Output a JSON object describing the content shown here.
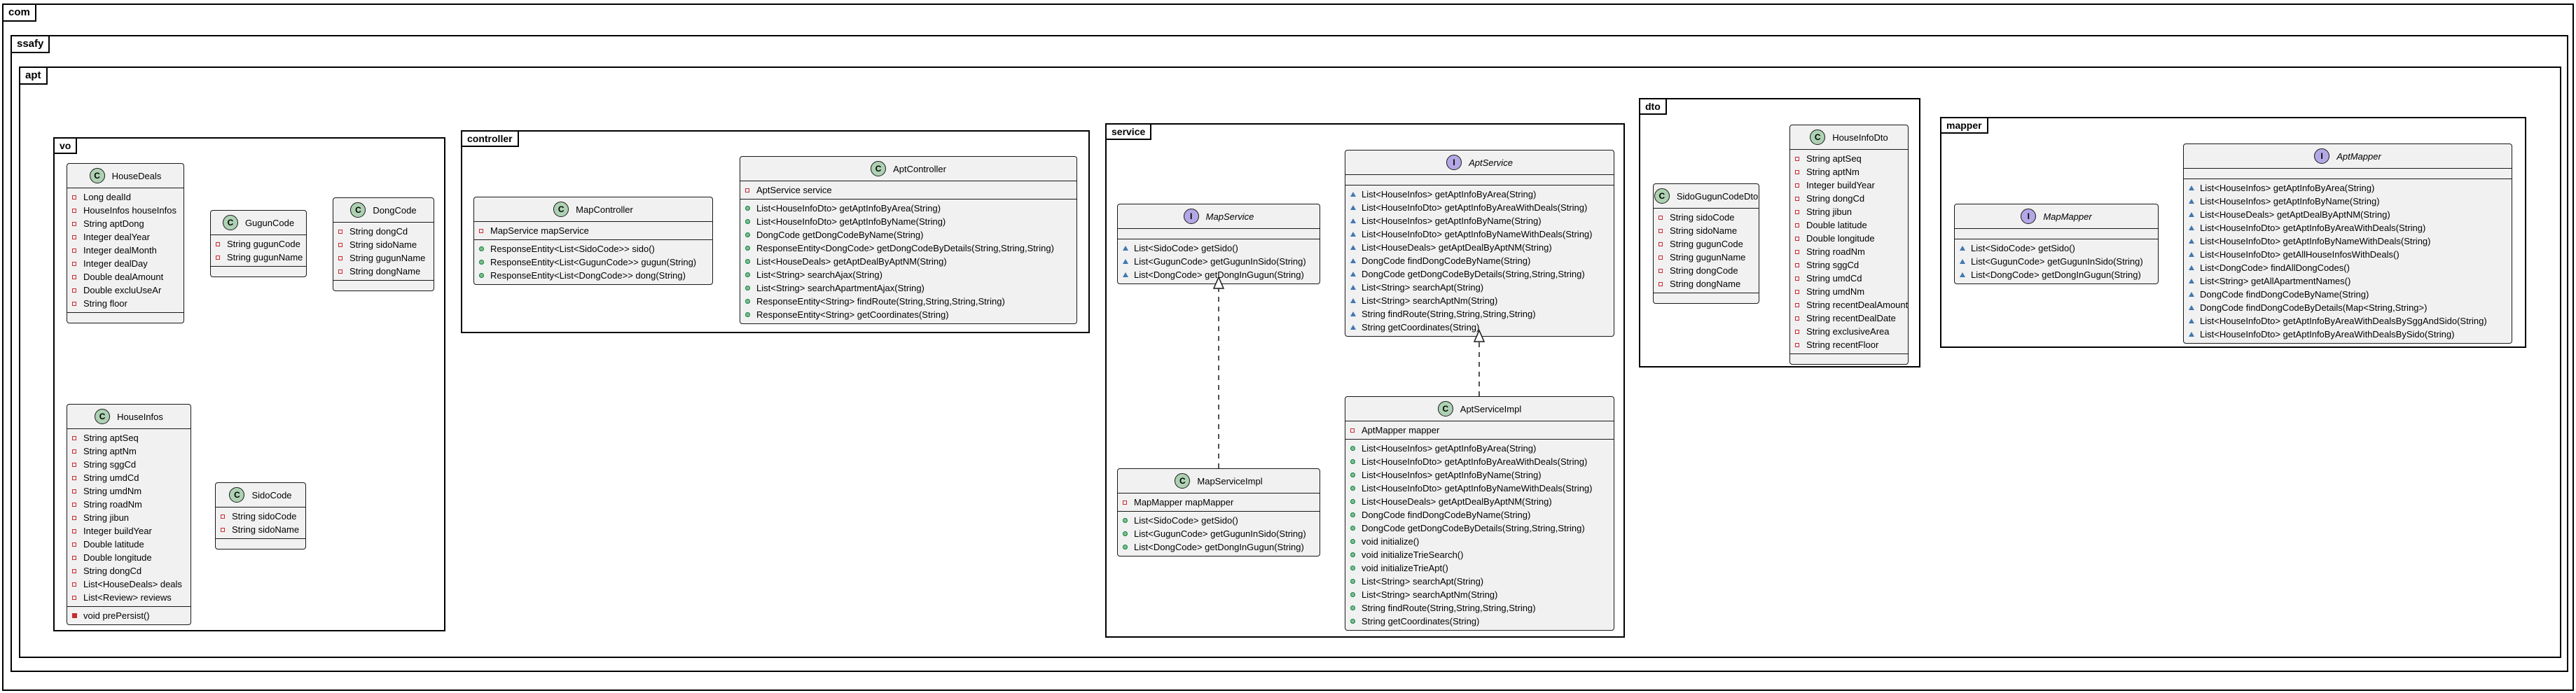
{
  "packages": {
    "com": "com",
    "ssafy": "ssafy",
    "apt": "apt",
    "vo": "vo",
    "controller": "controller",
    "service": "service",
    "dto": "dto",
    "mapper": "mapper"
  },
  "classes": {
    "houseDeals": {
      "name": "HouseDeals",
      "kind": "C",
      "fields": [
        {
          "v": "priv",
          "t": "Long dealId"
        },
        {
          "v": "priv",
          "t": "HouseInfos houseInfos"
        },
        {
          "v": "priv",
          "t": "String aptDong"
        },
        {
          "v": "priv",
          "t": "Integer dealYear"
        },
        {
          "v": "priv",
          "t": "Integer dealMonth"
        },
        {
          "v": "priv",
          "t": "Integer dealDay"
        },
        {
          "v": "priv",
          "t": "Double dealAmount"
        },
        {
          "v": "priv",
          "t": "Double excluUseAr"
        },
        {
          "v": "priv",
          "t": "String floor"
        }
      ],
      "methods": []
    },
    "gugunCode": {
      "name": "GugunCode",
      "kind": "C",
      "fields": [
        {
          "v": "priv",
          "t": "String gugunCode"
        },
        {
          "v": "priv",
          "t": "String gugunName"
        }
      ],
      "methods": []
    },
    "dongCode": {
      "name": "DongCode",
      "kind": "C",
      "fields": [
        {
          "v": "priv",
          "t": "String dongCd"
        },
        {
          "v": "priv",
          "t": "String sidoName"
        },
        {
          "v": "priv",
          "t": "String gugunName"
        },
        {
          "v": "priv",
          "t": "String dongName"
        }
      ],
      "methods": []
    },
    "houseInfos": {
      "name": "HouseInfos",
      "kind": "C",
      "fields": [
        {
          "v": "priv",
          "t": "String aptSeq"
        },
        {
          "v": "priv",
          "t": "String aptNm"
        },
        {
          "v": "priv",
          "t": "String sggCd"
        },
        {
          "v": "priv",
          "t": "String umdCd"
        },
        {
          "v": "priv",
          "t": "String umdNm"
        },
        {
          "v": "priv",
          "t": "String roadNm"
        },
        {
          "v": "priv",
          "t": "String jibun"
        },
        {
          "v": "priv",
          "t": "Integer buildYear"
        },
        {
          "v": "priv",
          "t": "Double latitude"
        },
        {
          "v": "priv",
          "t": "Double longitude"
        },
        {
          "v": "priv",
          "t": "String dongCd"
        },
        {
          "v": "priv",
          "t": "List<HouseDeals> deals"
        },
        {
          "v": "priv",
          "t": "List<Review> reviews"
        }
      ],
      "methods": [
        {
          "v": "prot",
          "t": "void prePersist()"
        }
      ]
    },
    "sidoCode": {
      "name": "SidoCode",
      "kind": "C",
      "fields": [
        {
          "v": "priv",
          "t": "String sidoCode"
        },
        {
          "v": "priv",
          "t": "String sidoName"
        }
      ],
      "methods": []
    },
    "mapController": {
      "name": "MapController",
      "kind": "C",
      "fields": [
        {
          "v": "priv",
          "t": "MapService mapService"
        }
      ],
      "methods": [
        {
          "v": "pub",
          "t": "ResponseEntity<List<SidoCode>> sido()"
        },
        {
          "v": "pub",
          "t": "ResponseEntity<List<GugunCode>> gugun(String)"
        },
        {
          "v": "pub",
          "t": "ResponseEntity<List<DongCode>> dong(String)"
        }
      ]
    },
    "aptController": {
      "name": "AptController",
      "kind": "C",
      "fields": [
        {
          "v": "priv",
          "t": "AptService service"
        }
      ],
      "methods": [
        {
          "v": "pub",
          "t": "List<HouseInfoDto> getAptInfoByArea(String)"
        },
        {
          "v": "pub",
          "t": "List<HouseInfoDto> getAptInfoByName(String)"
        },
        {
          "v": "pub",
          "t": "DongCode getDongCodeByName(String)"
        },
        {
          "v": "pub",
          "t": "ResponseEntity<DongCode> getDongCodeByDetails(String,String,String)"
        },
        {
          "v": "pub",
          "t": "List<HouseDeals> getAptDealByAptNM(String)"
        },
        {
          "v": "pub",
          "t": "List<String> searchAjax(String)"
        },
        {
          "v": "pub",
          "t": "List<String> searchApartmentAjax(String)"
        },
        {
          "v": "pub",
          "t": "ResponseEntity<String> findRoute(String,String,String,String)"
        },
        {
          "v": "pub",
          "t": "ResponseEntity<String> getCoordinates(String)"
        }
      ]
    },
    "mapService": {
      "name": "MapService",
      "kind": "I",
      "italic": true,
      "fields": [],
      "methods": [
        {
          "v": "pkgv",
          "t": "List<SidoCode> getSido()"
        },
        {
          "v": "pkgv",
          "t": "List<GugunCode> getGugunInSido(String)"
        },
        {
          "v": "pkgv",
          "t": "List<DongCode> getDongInGugun(String)"
        }
      ]
    },
    "aptService": {
      "name": "AptService",
      "kind": "I",
      "italic": true,
      "fields": [],
      "methods": [
        {
          "v": "pkgv",
          "t": "List<HouseInfos> getAptInfoByArea(String)"
        },
        {
          "v": "pkgv",
          "t": "List<HouseInfoDto> getAptInfoByAreaWithDeals(String)"
        },
        {
          "v": "pkgv",
          "t": "List<HouseInfos> getAptInfoByName(String)"
        },
        {
          "v": "pkgv",
          "t": "List<HouseInfoDto> getAptInfoByNameWithDeals(String)"
        },
        {
          "v": "pkgv",
          "t": "List<HouseDeals> getAptDealByAptNM(String)"
        },
        {
          "v": "pkgv",
          "t": "DongCode findDongCodeByName(String)"
        },
        {
          "v": "pkgv",
          "t": "DongCode getDongCodeByDetails(String,String,String)"
        },
        {
          "v": "pkgv",
          "t": "List<String> searchApt(String)"
        },
        {
          "v": "pkgv",
          "t": "List<String> searchAptNm(String)"
        },
        {
          "v": "pkgv",
          "t": "String findRoute(String,String,String,String)"
        },
        {
          "v": "pkgv",
          "t": "String getCoordinates(String)"
        }
      ]
    },
    "mapServiceImpl": {
      "name": "MapServiceImpl",
      "kind": "C",
      "fields": [
        {
          "v": "priv",
          "t": "MapMapper mapMapper"
        }
      ],
      "methods": [
        {
          "v": "pub",
          "t": "List<SidoCode> getSido()"
        },
        {
          "v": "pub",
          "t": "List<GugunCode> getGugunInSido(String)"
        },
        {
          "v": "pub",
          "t": "List<DongCode> getDongInGugun(String)"
        }
      ]
    },
    "aptServiceImpl": {
      "name": "AptServiceImpl",
      "kind": "C",
      "fields": [
        {
          "v": "priv",
          "t": "AptMapper mapper"
        }
      ],
      "methods": [
        {
          "v": "pub",
          "t": "List<HouseInfos> getAptInfoByArea(String)"
        },
        {
          "v": "pub",
          "t": "List<HouseInfoDto> getAptInfoByAreaWithDeals(String)"
        },
        {
          "v": "pub",
          "t": "List<HouseInfos> getAptInfoByName(String)"
        },
        {
          "v": "pub",
          "t": "List<HouseInfoDto> getAptInfoByNameWithDeals(String)"
        },
        {
          "v": "pub",
          "t": "List<HouseDeals> getAptDealByAptNM(String)"
        },
        {
          "v": "pub",
          "t": "DongCode findDongCodeByName(String)"
        },
        {
          "v": "pub",
          "t": "DongCode getDongCodeByDetails(String,String,String)"
        },
        {
          "v": "pub",
          "t": "void initialize()"
        },
        {
          "v": "pub",
          "t": "void initializeTrieSearch()"
        },
        {
          "v": "pub",
          "t": "void initializeTrieApt()"
        },
        {
          "v": "pub",
          "t": "List<String> searchApt(String)"
        },
        {
          "v": "pub",
          "t": "List<String> searchAptNm(String)"
        },
        {
          "v": "pub",
          "t": "String findRoute(String,String,String,String)"
        },
        {
          "v": "pub",
          "t": "String getCoordinates(String)"
        }
      ]
    },
    "sidoGugunCodeDto": {
      "name": "SidoGugunCodeDto",
      "kind": "C",
      "fields": [
        {
          "v": "priv",
          "t": "String sidoCode"
        },
        {
          "v": "priv",
          "t": "String sidoName"
        },
        {
          "v": "priv",
          "t": "String gugunCode"
        },
        {
          "v": "priv",
          "t": "String gugunName"
        },
        {
          "v": "priv",
          "t": "String dongCode"
        },
        {
          "v": "priv",
          "t": "String dongName"
        }
      ],
      "methods": []
    },
    "houseInfoDto": {
      "name": "HouseInfoDto",
      "kind": "C",
      "fields": [
        {
          "v": "priv",
          "t": "String aptSeq"
        },
        {
          "v": "priv",
          "t": "String aptNm"
        },
        {
          "v": "priv",
          "t": "Integer buildYear"
        },
        {
          "v": "priv",
          "t": "String dongCd"
        },
        {
          "v": "priv",
          "t": "String jibun"
        },
        {
          "v": "priv",
          "t": "Double latitude"
        },
        {
          "v": "priv",
          "t": "Double longitude"
        },
        {
          "v": "priv",
          "t": "String roadNm"
        },
        {
          "v": "priv",
          "t": "String sggCd"
        },
        {
          "v": "priv",
          "t": "String umdCd"
        },
        {
          "v": "priv",
          "t": "String umdNm"
        },
        {
          "v": "priv",
          "t": "String recentDealAmount"
        },
        {
          "v": "priv",
          "t": "String recentDealDate"
        },
        {
          "v": "priv",
          "t": "String exclusiveArea"
        },
        {
          "v": "priv",
          "t": "String recentFloor"
        }
      ],
      "methods": []
    },
    "mapMapper": {
      "name": "MapMapper",
      "kind": "I",
      "italic": true,
      "fields": [],
      "methods": [
        {
          "v": "pkgv",
          "t": "List<SidoCode> getSido()"
        },
        {
          "v": "pkgv",
          "t": "List<GugunCode> getGugunInSido(String)"
        },
        {
          "v": "pkgv",
          "t": "List<DongCode> getDongInGugun(String)"
        }
      ]
    },
    "aptMapper": {
      "name": "AptMapper",
      "kind": "I",
      "italic": true,
      "fields": [],
      "methods": [
        {
          "v": "pkgv",
          "t": "List<HouseInfos> getAptInfoByArea(String)"
        },
        {
          "v": "pkgv",
          "t": "List<HouseInfos> getAptInfoByName(String)"
        },
        {
          "v": "pkgv",
          "t": "List<HouseDeals> getAptDealByAptNM(String)"
        },
        {
          "v": "pkgv",
          "t": "List<HouseInfoDto> getAptInfoByAreaWithDeals(String)"
        },
        {
          "v": "pkgv",
          "t": "List<HouseInfoDto> getAptInfoByNameWithDeals(String)"
        },
        {
          "v": "pkgv",
          "t": "List<HouseInfoDto> getAllHouseInfosWithDeals()"
        },
        {
          "v": "pkgv",
          "t": "List<DongCode> findAllDongCodes()"
        },
        {
          "v": "pkgv",
          "t": "List<String> getAllApartmentNames()"
        },
        {
          "v": "pkgv",
          "t": "DongCode findDongCodeByName(String)"
        },
        {
          "v": "pkgv",
          "t": "DongCode findDongCodeByDetails(Map<String,String>)"
        },
        {
          "v": "pkgv",
          "t": "List<HouseInfoDto> getAptInfoByAreaWithDealsBySggAndSido(String)"
        },
        {
          "v": "pkgv",
          "t": "List<HouseInfoDto> getAptInfoByAreaWithDealsBySido(String)"
        }
      ]
    }
  }
}
